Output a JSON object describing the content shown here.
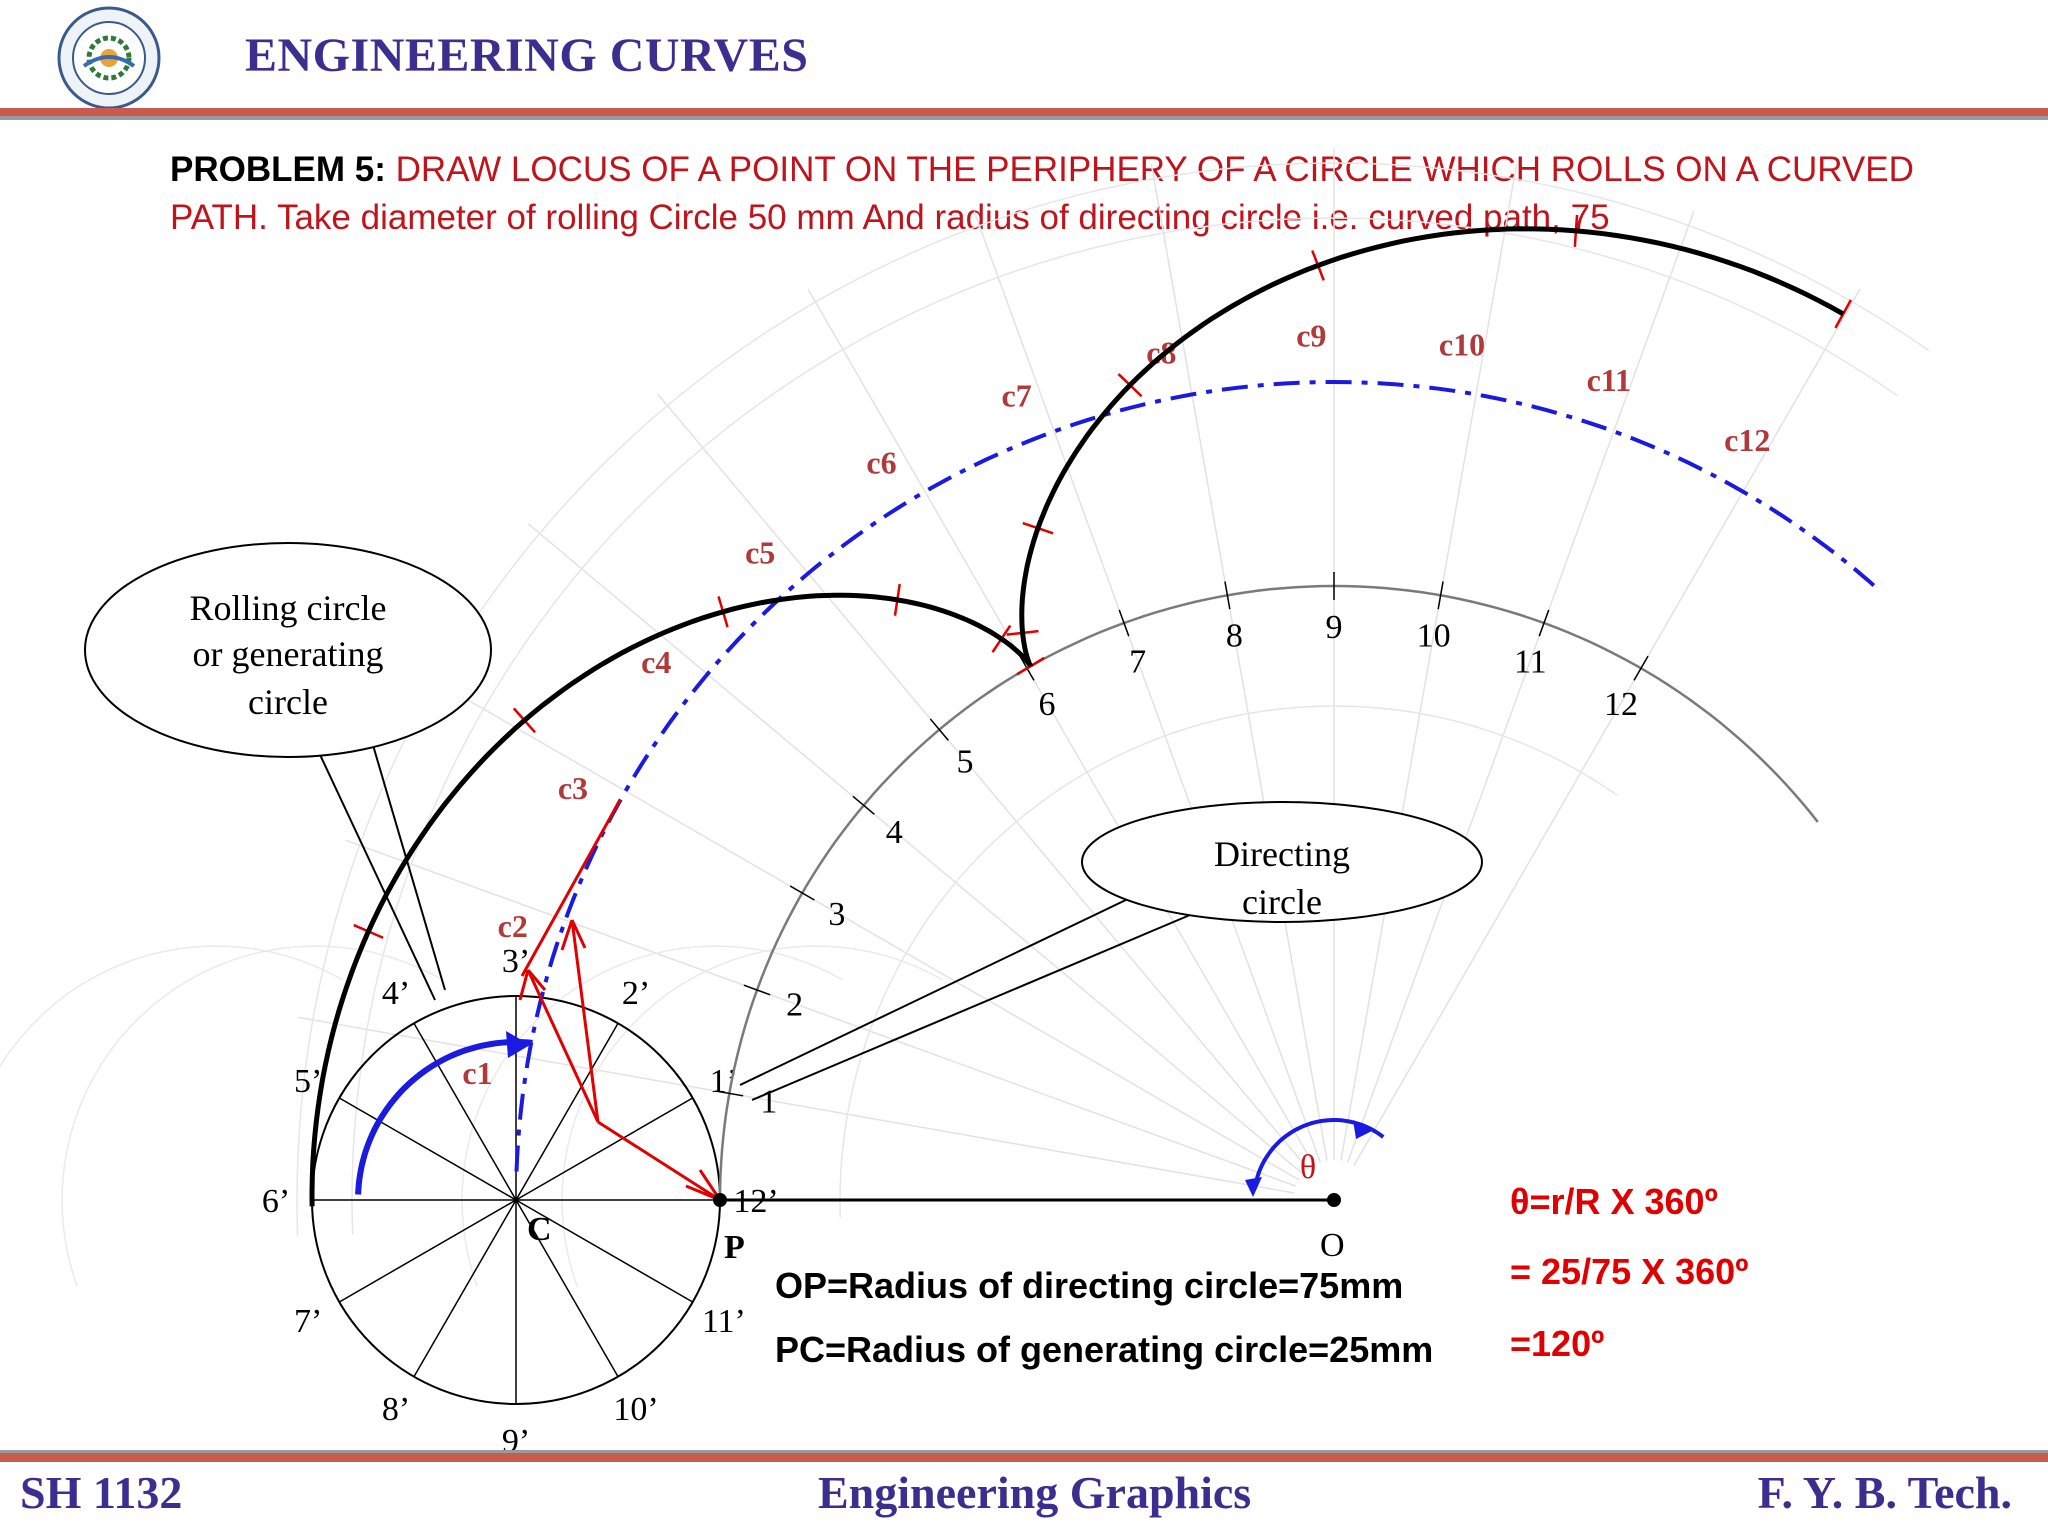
{
  "header": {
    "title": "ENGINEERING CURVES"
  },
  "problem": {
    "label": "PROBLEM  5: ",
    "text": "DRAW LOCUS OF A POINT ON THE PERIPHERY OF A CIRCLE WHICH ROLLS ON A CURVED PATH. Take diameter of rolling Circle 50 mm And radius of directing circle i.e. curved path, 75"
  },
  "callouts": {
    "rolling": [
      "Rolling circle",
      "or generating",
      "circle"
    ],
    "directing": [
      "Directing",
      "circle"
    ]
  },
  "rolling_circle_labels": [
    "1’",
    "2’",
    "3’",
    "4’",
    "5’",
    "6’",
    "7’",
    "8’",
    "9’",
    "10’",
    "11’",
    "12’"
  ],
  "directing_divisions": [
    "1",
    "2",
    "3",
    "4",
    "5",
    "6",
    "7",
    "8",
    "9",
    "10",
    "11",
    "12"
  ],
  "center_labels": [
    "c1",
    "c2",
    "c3",
    "c4",
    "c5",
    "c6",
    "c7",
    "c8",
    "c9",
    "c10",
    "c11",
    "c12"
  ],
  "points": {
    "center": "C",
    "point": "P",
    "origin": "O",
    "theta": "θ"
  },
  "notes": [
    "OP=Radius of directing circle=75mm",
    "PC=Radius of generating circle=25mm"
  ],
  "formula": [
    "θ=r/R X 360º",
    "= 25/75 X 360º",
    "=120º"
  ],
  "footer": {
    "left": "SH 1132",
    "center": "Engineering Graphics",
    "right": "F. Y.  B. Tech."
  },
  "colors": {
    "header_text": "#3b2e8e",
    "problem_text": "#c0141c",
    "center_path": "#1a1ae0",
    "center_labels": "#b03a3a",
    "construction": "#e00000",
    "locus": "#000000"
  }
}
